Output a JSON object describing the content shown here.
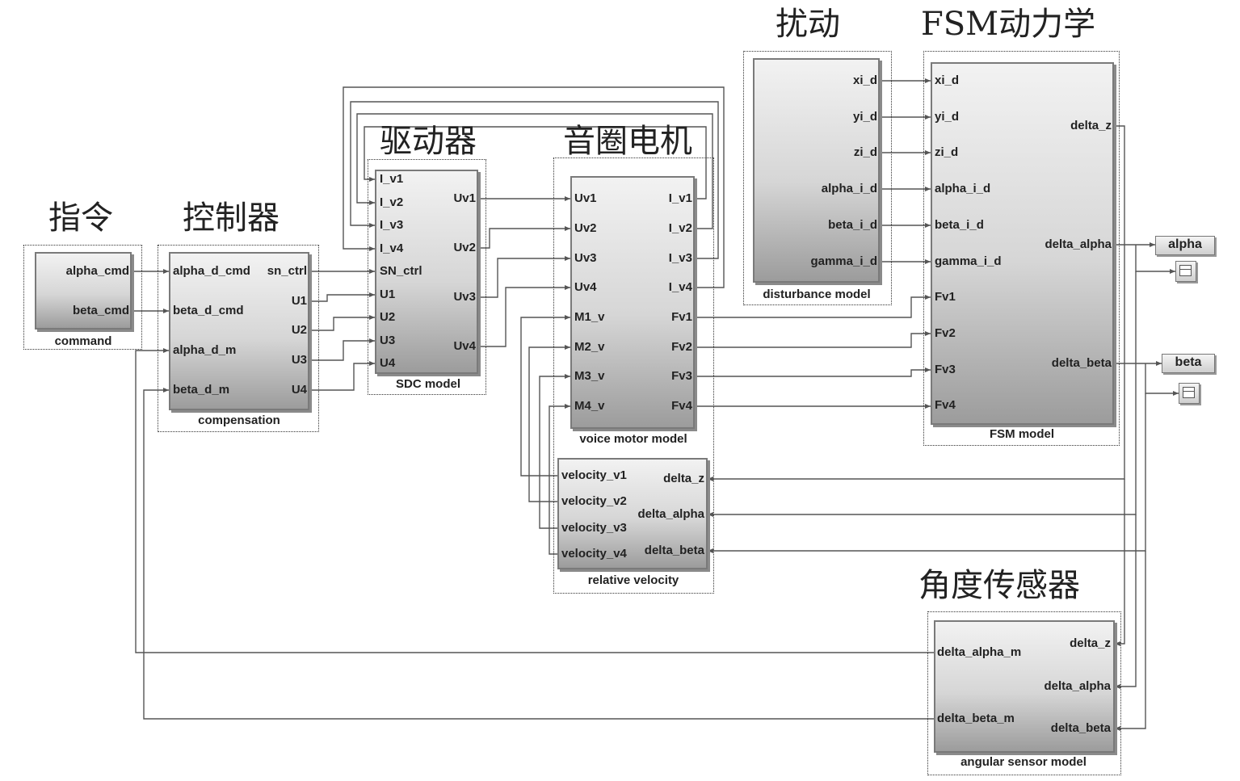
{
  "group_titles": {
    "instruction": "指令",
    "controller": "控制器",
    "driver": "驱动器",
    "voice_coil": "音圈电机",
    "disturbance": "扰动",
    "fsm_dynamics": "FSM动力学",
    "angle_sensor": "角度传感器"
  },
  "blocks": {
    "command": {
      "name": "command",
      "outputs": [
        "alpha_cmd",
        "beta_cmd"
      ]
    },
    "compensation": {
      "name": "compensation",
      "inputs": [
        "alpha_d_cmd",
        "beta_d_cmd",
        "alpha_d_m",
        "beta_d_m"
      ],
      "outputs": [
        "sn_ctrl",
        "U1",
        "U2",
        "U3",
        "U4"
      ]
    },
    "sdc": {
      "name": "SDC model",
      "inputs": [
        "I_v1",
        "I_v2",
        "I_v3",
        "I_v4",
        "SN_ctrl",
        "U1",
        "U2",
        "U3",
        "U4"
      ],
      "outputs": [
        "Uv1",
        "Uv2",
        "Uv3",
        "Uv4"
      ]
    },
    "voice_motor": {
      "name": "voice motor model",
      "inputs": [
        "Uv1",
        "Uv2",
        "Uv3",
        "Uv4",
        "M1_v",
        "M2_v",
        "M3_v",
        "M4_v"
      ],
      "outputs": [
        "I_v1",
        "I_v2",
        "I_v3",
        "I_v4",
        "Fv1",
        "Fv2",
        "Fv3",
        "Fv4"
      ]
    },
    "relative_velocity": {
      "name": "relative velocity",
      "inputs": [
        "delta_z",
        "delta_alpha",
        "delta_beta"
      ],
      "outputs": [
        "velocity_v1",
        "velocity_v2",
        "velocity_v3",
        "velocity_v4"
      ]
    },
    "disturbance": {
      "name": "disturbance model",
      "outputs": [
        "xi_d",
        "yi_d",
        "zi_d",
        "alpha_i_d",
        "beta_i_d",
        "gamma_i_d"
      ]
    },
    "fsm": {
      "name": "FSM model",
      "inputs": [
        "xi_d",
        "yi_d",
        "zi_d",
        "alpha_i_d",
        "beta_i_d",
        "gamma_i_d",
        "Fv1",
        "Fv2",
        "Fv3",
        "Fv4"
      ],
      "outputs": [
        "delta_z",
        "delta_alpha",
        "delta_beta"
      ]
    },
    "angular_sensor": {
      "name": "angular sensor model",
      "inputs": [
        "delta_z",
        "delta_alpha",
        "delta_beta"
      ],
      "outputs": [
        "delta_alpha_m",
        "delta_beta_m"
      ]
    }
  },
  "outports": {
    "alpha": "alpha",
    "beta": "beta"
  },
  "colors": {
    "wire": "#555555",
    "block_border": "#7a7a7a"
  }
}
